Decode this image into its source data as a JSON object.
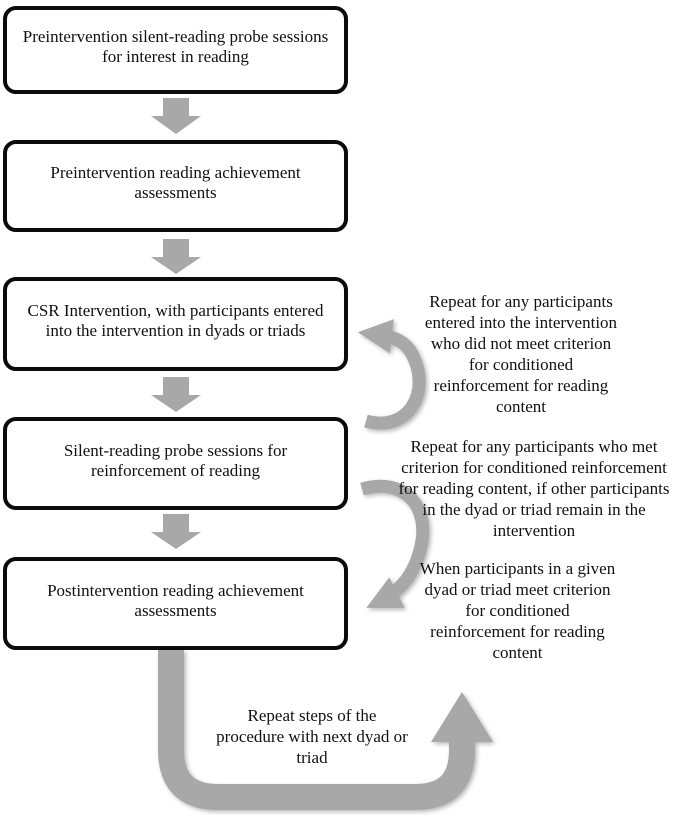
{
  "title": "Procedure flowchart",
  "colors": {
    "arrow_gray": "#a8a8a8",
    "box_border": "#0b0b0b",
    "box_fill": "#ffffff",
    "text": "#111111"
  },
  "flow": {
    "boxes": [
      {
        "lines": [
          "Preintervention silent-reading probe sessions",
          "for interest in reading"
        ]
      },
      {
        "lines": [
          "Preintervention reading achievement",
          "assessments"
        ]
      },
      {
        "lines": [
          "CSR Intervention, with participants entered",
          "into the intervention in dyads or triads"
        ]
      },
      {
        "lines": [
          "Silent-reading probe sessions for",
          "reinforcement of reading"
        ]
      },
      {
        "lines": [
          "Postintervention reading achievement",
          "assessments"
        ]
      }
    ],
    "annotations": [
      {
        "lines": [
          "Repeat for any participants",
          "entered into the intervention",
          "who did not meet criterion",
          "for conditioned",
          "reinforcement for reading",
          "content"
        ]
      },
      {
        "lines": [
          "Repeat for any participants who met",
          "criterion for conditioned reinforcement",
          "for reading content, if other participants",
          "in the dyad or triad remain in the",
          "intervention"
        ]
      },
      {
        "lines": [
          "When participants in a given",
          "dyad or triad meet criterion",
          "for conditioned",
          "reinforcement for reading",
          "content"
        ]
      },
      {
        "lines": [
          "Repeat steps of the",
          "procedure with next dyad or",
          "triad"
        ]
      }
    ]
  }
}
